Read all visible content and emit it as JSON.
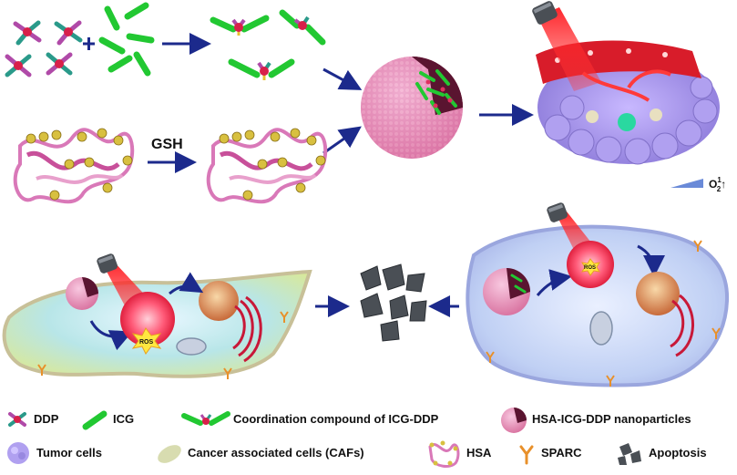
{
  "labels": {
    "gsh": "GSH",
    "ros_left": "ROS",
    "ros_right": "ROS",
    "oxygen": "O",
    "oxygen_sup": "1",
    "oxygen_sub": "2",
    "oxygen_arrow": "↑"
  },
  "legend": {
    "ddp": "DDP",
    "icg": "ICG",
    "coordination": "Coordination compound of ICG-DDP",
    "nanoparticles": "HSA-ICG-DDP nanoparticles",
    "tumor_cells": "Tumor cells",
    "cafs": "Cancer associated cells (CAFs)",
    "hsa": "HSA",
    "sparc": "SPARC",
    "apoptosis": "Apoptosis"
  },
  "colors": {
    "ddp_center": "#d8204a",
    "ddp_arm_a": "#2a9a8a",
    "ddp_arm_b": "#b04aa8",
    "icg": "#22c832",
    "arrow": "#1c2a8c",
    "nanoparticle": "#e58ab8",
    "hsa": "#d978b8",
    "sulfur": "#d8c040",
    "laser": "#e0101a",
    "caf_cell": "#c8e8a0",
    "tumor_cell": "#a8b8f0",
    "sparc": "#e8902a",
    "apoptosis": "#4a4f55"
  }
}
